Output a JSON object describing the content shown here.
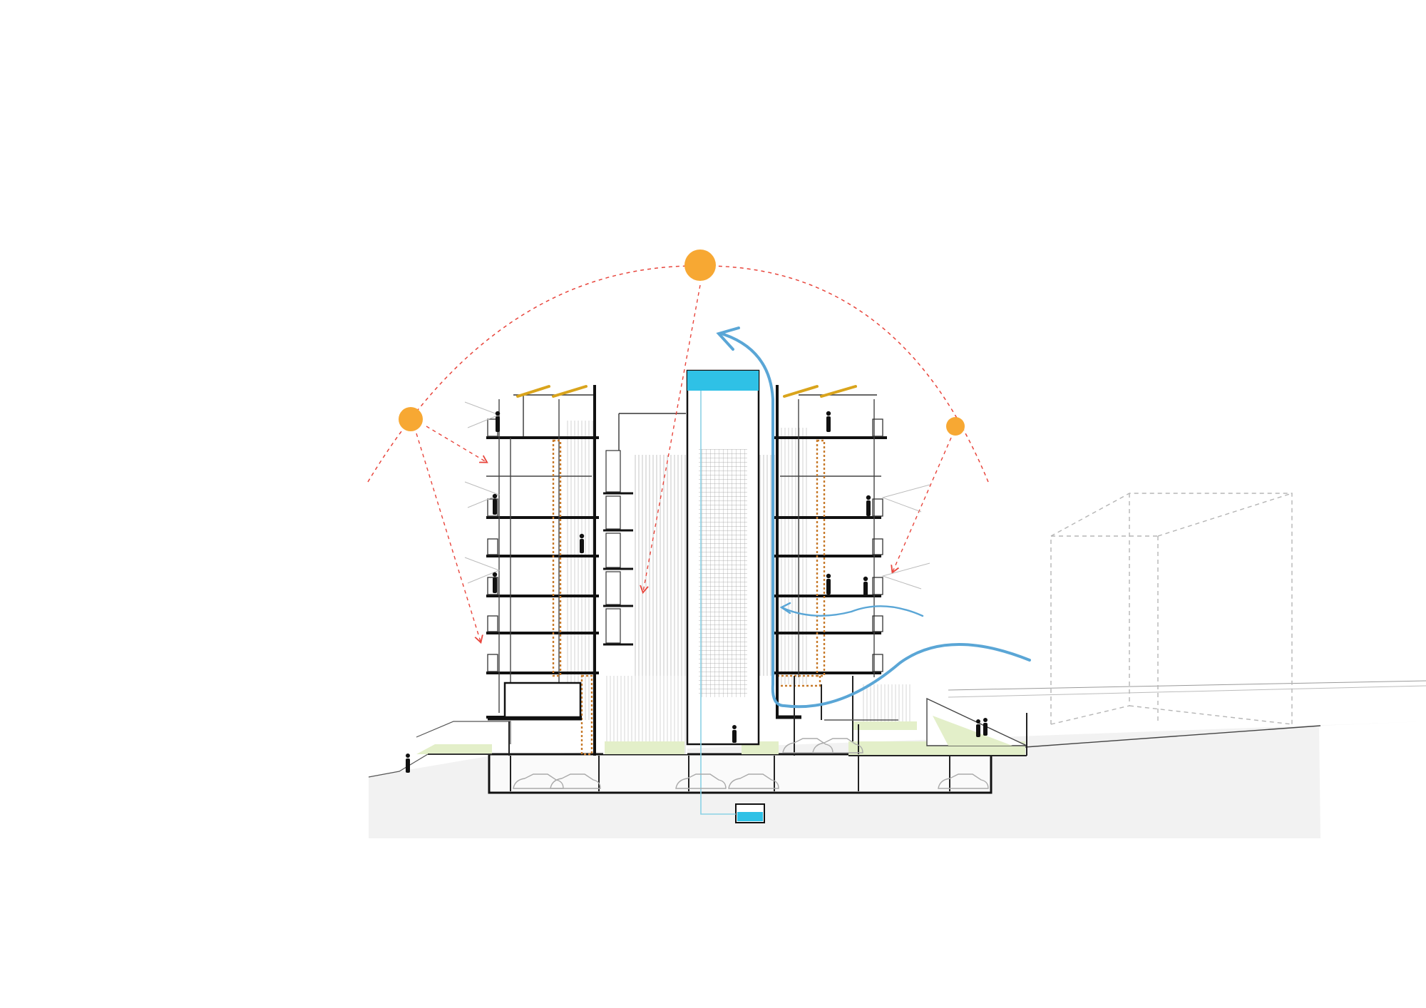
{
  "diagram": {
    "kind": "building-section",
    "colors": {
      "sun": "#f7a833",
      "sun_path": "#e8453c",
      "airflow": "#5aa6d6",
      "water_tank": "#2fc1e6",
      "solar_panel": "#d9a41c",
      "green_roof": "#e3efc9",
      "ground": "#f2f2f2",
      "chase": "#c77a2a",
      "structure": "#111111",
      "neighbor": "#b5b5b5"
    },
    "icons": [
      "sun-icon",
      "sun-path-arc",
      "airflow-arrow",
      "water-tank",
      "solar-panel",
      "person-silhouette",
      "car-silhouette",
      "neighbor-building-outline"
    ],
    "floors_above_ground": 7,
    "basement_levels": 1
  }
}
